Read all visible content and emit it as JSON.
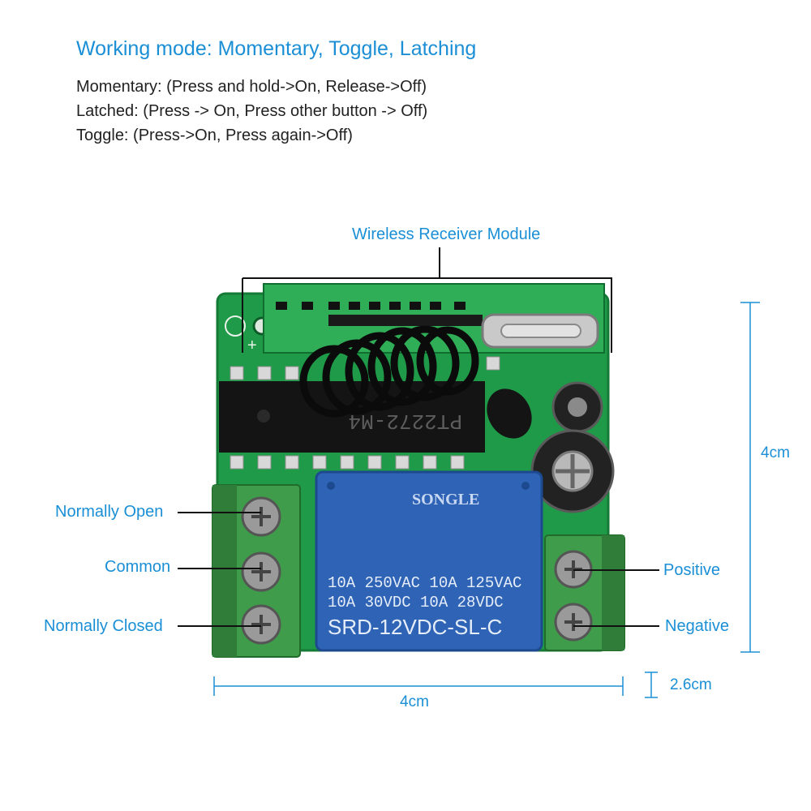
{
  "header": {
    "title": "Working mode: Momentary, Toggle, Latching",
    "modes": [
      "Momentary: (Press and hold->On, Release->Off)",
      "Latched: (Press -> On, Press other button -> Off)",
      "Toggle: (Press->On, Press again->Off)"
    ]
  },
  "callouts": {
    "module": "Wireless Receiver Module",
    "normally_open": "Normally Open",
    "common": "Common",
    "normally_closed": "Normally Closed",
    "positive": "Positive",
    "negative": "Negative"
  },
  "dimensions": {
    "height": "4cm",
    "width": "4cm",
    "thickness": "2.6cm"
  },
  "relay": {
    "brand": "SONGLE",
    "line1": "10A 250VAC  10A 125VAC",
    "line2": "10A  30VDC  10A  28VDC",
    "model": "SRD-12VDC-SL-C"
  },
  "chip": {
    "label": "PT2272-M4"
  },
  "colors": {
    "accent": "#1a8fd6",
    "pcb": "#1f9a48",
    "relay": "#2f63b5",
    "terminal": "#3f9c4a"
  }
}
